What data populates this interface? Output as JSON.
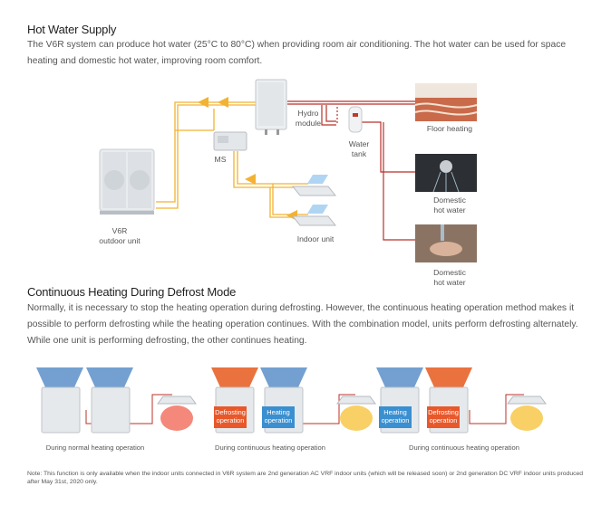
{
  "hot_water": {
    "title": "Hot Water Supply",
    "paragraph": "The V6R system can produce hot water (25°C to 80°C) when providing room air conditioning. The hot water can be used for space heating and domestic hot water, improving room comfort.",
    "labels": {
      "outdoor_line1": "V6R",
      "outdoor_line2": "outdoor unit",
      "ms": "MS",
      "hydro_line1": "Hydro",
      "hydro_line2": "module",
      "tank_line1": "Water",
      "tank_line2": "tank",
      "indoor": "Indoor unit",
      "floor": "Floor heating",
      "dhw1_line1": "Domestic",
      "dhw1_line2": "hot water",
      "dhw2_line1": "Domestic",
      "dhw2_line2": "hot water"
    }
  },
  "defrost": {
    "title": "Continuous Heating During Defrost Mode",
    "paragraph": "Normally, it is necessary to stop the heating operation during defrosting. However, the continuous heating operation method makes it possible to perform defrosting while the heating operation continues. With the combination model, units perform defrosting alternately. While one unit is performing defrosting, the other continues heating.",
    "badges": {
      "defrost_line1": "Defrosting",
      "defrost_line2": "operation",
      "heat_line1": "Heating",
      "heat_line2": "operation"
    },
    "captions": {
      "normal": "During normal heating operation",
      "cont1": "During continuous heating operation",
      "cont2": "During continuous heating operation"
    }
  },
  "note": "Note: This function is only available when the indoor units connected in V6R system are 2nd generation AC VRF indoor units (which will be released soon) or 2nd generation DC VRF indoor units produced after May 31st, 2020 only.",
  "colors": {
    "pipe_yellow": "#f2b233",
    "pipe_red": "#b8312a",
    "airflow_blue": "#5b8fc8",
    "airflow_orange": "#e8632a",
    "badge_orange": "#e8582a",
    "badge_blue": "#3a8fd0"
  }
}
